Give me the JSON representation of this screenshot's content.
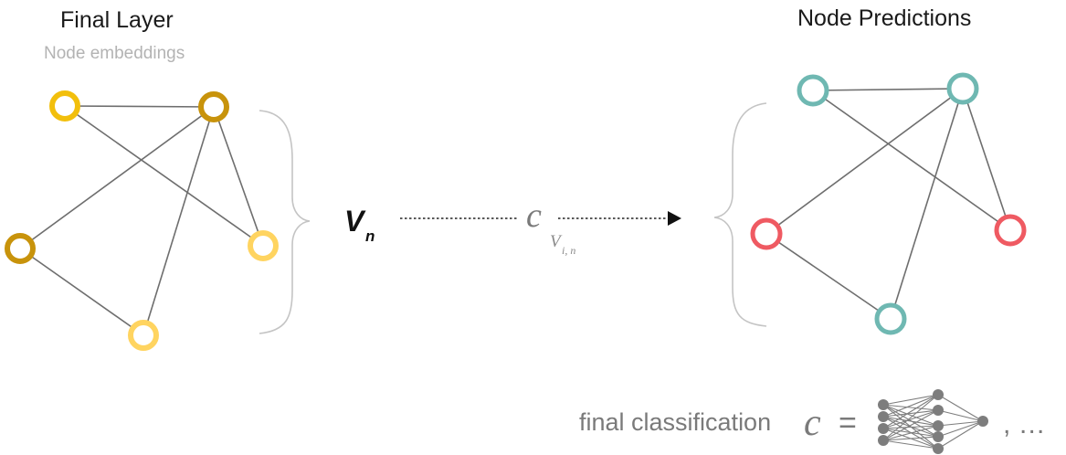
{
  "left_panel": {
    "title": "Final Layer",
    "subtitle": "Node embeddings",
    "node_colors": [
      "#f2bf0c",
      "#c8930b",
      "#c8930b",
      "#ffd460",
      "#ffd460"
    ]
  },
  "right_panel": {
    "title": "Node Predictions",
    "node_colors": [
      "#6fb8b2",
      "#6fb8b2",
      "#ef5a62",
      "#ef5a62",
      "#6fb8b2"
    ]
  },
  "flow": {
    "input_symbol": "V",
    "input_subscript": "n",
    "classifier_symbol": "c",
    "classifier_arg": "V",
    "classifier_arg_subscript": "i, n"
  },
  "footer": {
    "label": "final classification",
    "symbol": "c",
    "equals": "=",
    "trailing": ", …"
  },
  "colors": {
    "edge": "#6e6e6e",
    "brace": "#c4c4c4",
    "text_gray": "#7a7a7a",
    "network": "#7d7d7d"
  }
}
